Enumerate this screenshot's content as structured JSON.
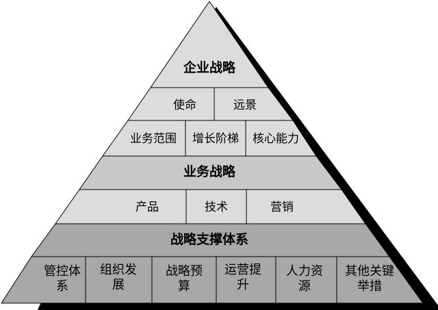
{
  "pyramid": {
    "top_title": "企业战略",
    "mission_row": [
      "使命",
      "远景"
    ],
    "scope_row": [
      "业务范围",
      "增长阶梯",
      "核心能力"
    ],
    "business_title": "业务战略",
    "function_row": [
      "产品",
      "技术",
      "营销"
    ],
    "support_title": "战略支撑体系",
    "support_row": [
      "管控体系",
      "组织发展",
      "战略预算",
      "运营提升",
      "人力资源",
      "其他关键举措"
    ]
  },
  "colors": {
    "light": "#dcdcdc",
    "medium": "#c8c8c8",
    "dark": "#a8a8a8",
    "darker": "#969696",
    "shadow": "#000000",
    "stroke": "#000000"
  }
}
